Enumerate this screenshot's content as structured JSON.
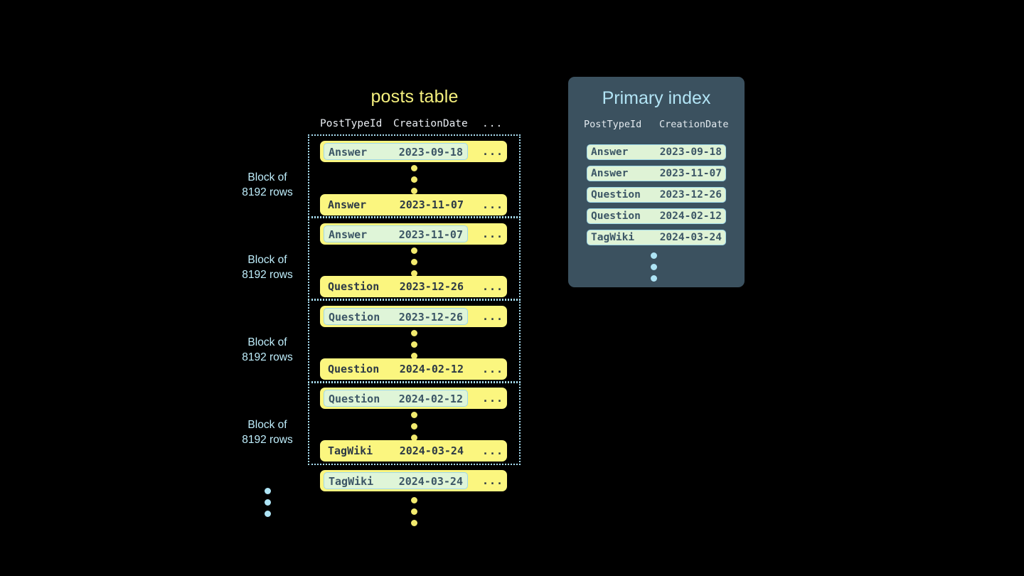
{
  "posts_table": {
    "title": "posts table",
    "columns": [
      "PostTypeId",
      "CreationDate",
      "..."
    ],
    "more_marker": "...",
    "block_label": "Block of\n8192 rows",
    "blocks": [
      {
        "label": "Block of\n8192 rows",
        "first_row": {
          "post_type_id": "Answer",
          "creation_date": "2023-09-18",
          "more": "...",
          "highlighted": true
        },
        "last_row": {
          "post_type_id": "Answer",
          "creation_date": "2023-11-07",
          "more": "...",
          "highlighted": false
        }
      },
      {
        "label": "Block of\n8192 rows",
        "first_row": {
          "post_type_id": "Answer",
          "creation_date": "2023-11-07",
          "more": "...",
          "highlighted": true
        },
        "last_row": {
          "post_type_id": "Question",
          "creation_date": "2023-12-26",
          "more": "...",
          "highlighted": false
        }
      },
      {
        "label": "Block of\n8192 rows",
        "first_row": {
          "post_type_id": "Question",
          "creation_date": "2023-12-26",
          "more": "...",
          "highlighted": true
        },
        "last_row": {
          "post_type_id": "Question",
          "creation_date": "2024-02-12",
          "more": "...",
          "highlighted": false
        }
      },
      {
        "label": "Block of\n8192 rows",
        "first_row": {
          "post_type_id": "Question",
          "creation_date": "2024-02-12",
          "more": "...",
          "highlighted": true
        },
        "last_row": {
          "post_type_id": "TagWiki",
          "creation_date": "2024-03-24",
          "more": "...",
          "highlighted": false
        }
      }
    ],
    "trailing_row": {
      "post_type_id": "TagWiki",
      "creation_date": "2024-03-24",
      "more": "...",
      "highlighted": true
    }
  },
  "primary_index": {
    "title": "Primary index",
    "columns": [
      "PostTypeId",
      "CreationDate"
    ],
    "entries": [
      {
        "post_type_id": "Answer",
        "creation_date": "2023-09-18"
      },
      {
        "post_type_id": "Answer",
        "creation_date": "2023-11-07"
      },
      {
        "post_type_id": "Question",
        "creation_date": "2023-12-26"
      },
      {
        "post_type_id": "Question",
        "creation_date": "2024-02-12"
      },
      {
        "post_type_id": "TagWiki",
        "creation_date": "2024-03-24"
      }
    ]
  },
  "colors": {
    "background": "#000000",
    "row_yellow": "#fbf67f",
    "highlight_mint": "#dff5d8",
    "highlight_border": "#9fd8e8",
    "accent_cyan": "#bfeefc",
    "title_yellow": "#f5f07e",
    "panel_slate": "#3b515f",
    "text_dark": "#2d3a46"
  }
}
